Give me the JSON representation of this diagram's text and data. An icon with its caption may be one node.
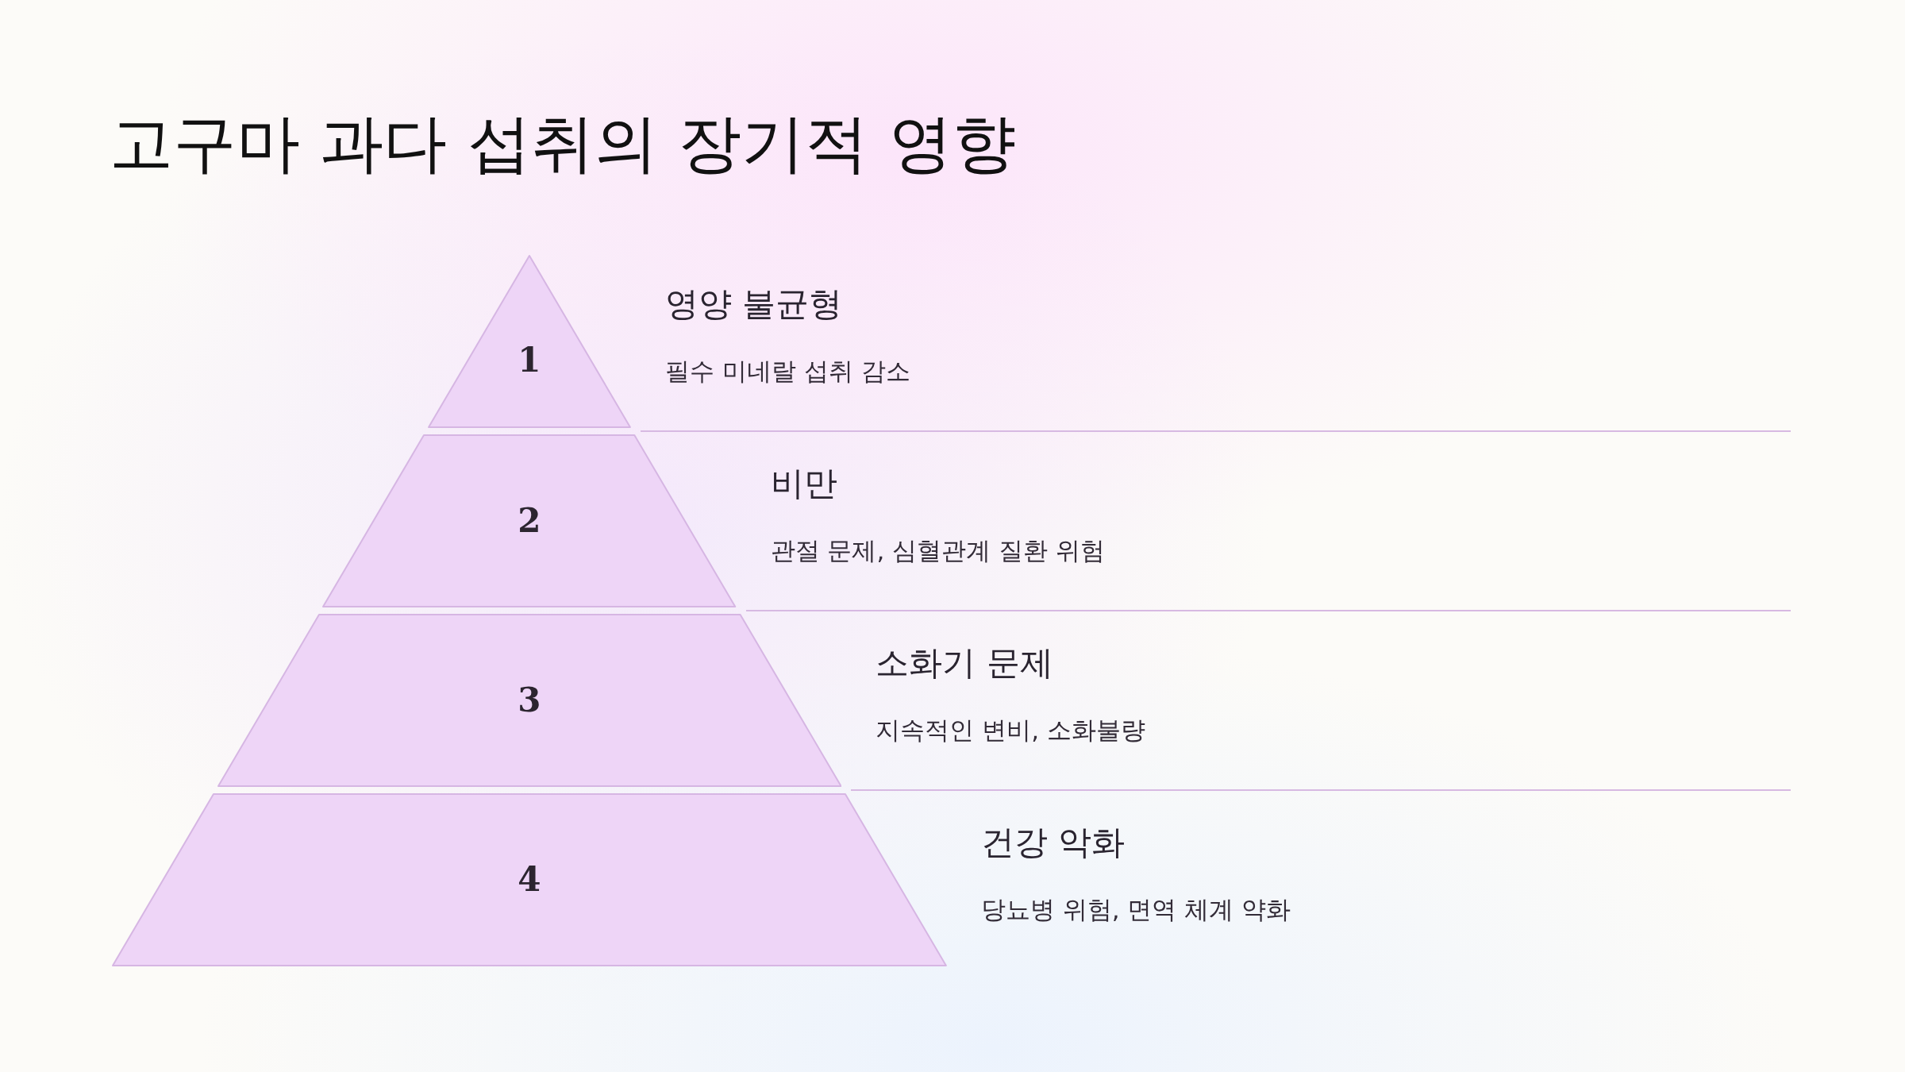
{
  "diagram": {
    "title": "고구마 과다 섭취의 장기적 영향",
    "nodes": [
      {
        "text": [
          "1"
        ],
        "beside": [
          "영양 불균형",
          "필수 미네랄 섭취 감소"
        ]
      },
      {
        "text": [
          "2"
        ],
        "beside": [
          "비만",
          "관절 문제, 심혈관계 질환 위험"
        ]
      },
      {
        "text": [
          "3"
        ],
        "beside": [
          "소화기 문제",
          "지속적인 변비, 소화불량"
        ]
      },
      {
        "text": [
          "4"
        ],
        "beside": [
          "건강 악화",
          "당뇨병 위험, 면역 체계 약화"
        ]
      }
    ]
  }
}
